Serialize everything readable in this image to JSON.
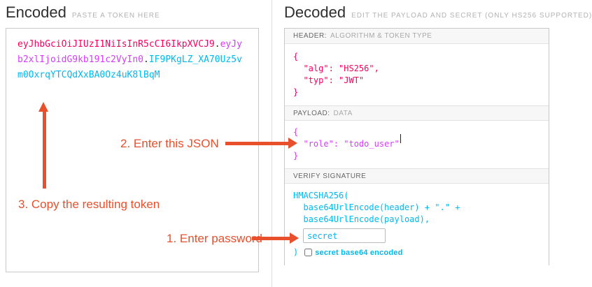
{
  "encoded": {
    "title": "Encoded",
    "subtitle": "PASTE A TOKEN HERE",
    "token": {
      "header": "eyJhbGciOiJIUzI1NiIsInR5cCI6IkpXVCJ9",
      "dot1": ".",
      "payload": "eyJyb2xlIjoidG9kb191c2VyIn0",
      "dot2": ".",
      "signature": "IF9PKgLZ_XA70Uz5vm0OxrqYTCQdXxBA0Oz4uK8lBqM"
    }
  },
  "decoded": {
    "title": "Decoded",
    "subtitle": "EDIT THE PAYLOAD AND SECRET (ONLY HS256 SUPPORTED)",
    "header": {
      "label": "HEADER:",
      "label_detail": "ALGORITHM & TOKEN TYPE",
      "json": "{\n  \"alg\": \"HS256\",\n  \"typ\": \"JWT\"\n}"
    },
    "payload": {
      "label": "PAYLOAD:",
      "label_detail": "DATA",
      "json": "{\n  \"role\": \"todo_user\"\n}"
    },
    "signature": {
      "label": "VERIFY SIGNATURE",
      "algorithm": "HMACSHA256(\n  base64UrlEncode(header) + \".\" +\n  base64UrlEncode(payload),",
      "secret_value": "secret",
      "closing_paren": ")",
      "checkbox_label": "secret base64 encoded"
    }
  },
  "annotations": {
    "step1": "1. Enter password",
    "step2": "2. Enter this JSON",
    "step3": "3. Copy the resulting token"
  },
  "colors": {
    "header_color": "#fb015b",
    "payload_color": "#d63aff",
    "signature_color": "#00b9f1",
    "annotation_color": "#e8502c"
  }
}
